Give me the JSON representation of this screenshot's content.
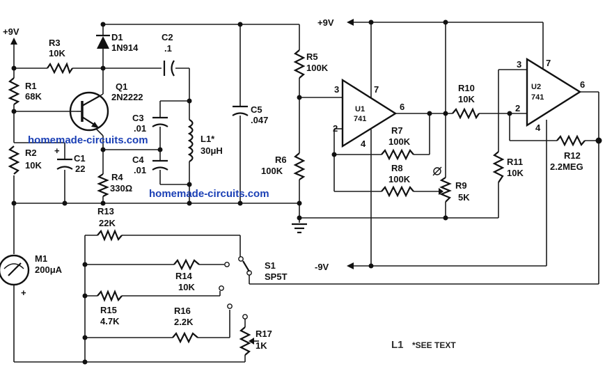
{
  "supply": {
    "pos_left": "+9V",
    "pos_top": "+9V",
    "neg": "-9V"
  },
  "components": {
    "d1": {
      "ref": "D1",
      "value": "1N914"
    },
    "c2": {
      "ref": "C2",
      "value": ".1"
    },
    "r3": {
      "ref": "R3",
      "value": "10K"
    },
    "r1": {
      "ref": "R1",
      "value": "68K"
    },
    "q1": {
      "ref": "Q1",
      "value": "2N2222"
    },
    "c3": {
      "ref": "C3",
      "value": ".01"
    },
    "c4": {
      "ref": "C4",
      "value": ".01"
    },
    "l1": {
      "ref": "L1*",
      "value": "30μH"
    },
    "r2": {
      "ref": "R2",
      "value": "10K"
    },
    "c1": {
      "ref": "C1",
      "value": "22"
    },
    "r4": {
      "ref": "R4",
      "value": "330Ω"
    },
    "c5": {
      "ref": "C5",
      "value": ".047"
    },
    "r5": {
      "ref": "R5",
      "value": "100K"
    },
    "r6": {
      "ref": "R6",
      "value": "100K"
    },
    "r7": {
      "ref": "R7",
      "value": "100K"
    },
    "r8": {
      "ref": "R8",
      "value": "100K"
    },
    "r9": {
      "ref": "R9",
      "value": "5K"
    },
    "r10": {
      "ref": "R10",
      "value": "10K"
    },
    "r11": {
      "ref": "R11",
      "value": "10K"
    },
    "r12": {
      "ref": "R12",
      "value": "2.2MEG"
    },
    "r13": {
      "ref": "R13",
      "value": "22K"
    },
    "r14": {
      "ref": "R14",
      "value": "10K"
    },
    "r15": {
      "ref": "R15",
      "value": "4.7K"
    },
    "r16": {
      "ref": "R16",
      "value": "2.2K"
    },
    "r17": {
      "ref": "R17",
      "value": "1K"
    },
    "m1": {
      "ref": "M1",
      "value": "200μA"
    },
    "s1": {
      "ref": "S1",
      "value": "SP5T"
    }
  },
  "opamps": {
    "u1": {
      "ref": "U1",
      "part": "741",
      "pins": {
        "in_plus": "3",
        "in_minus": "2",
        "vplus": "7",
        "vminus": "4",
        "out": "6"
      }
    },
    "u2": {
      "ref": "U2",
      "part": "741",
      "pins": {
        "in_plus": "3",
        "in_minus": "2",
        "vplus": "7",
        "vminus": "4",
        "out": "6"
      }
    }
  },
  "polarity": {
    "c1_plus": "+",
    "m1_plus": "+"
  },
  "watermark": "homemade-circuits.com",
  "footnote": {
    "ref": "L1",
    "text": "*SEE TEXT"
  }
}
